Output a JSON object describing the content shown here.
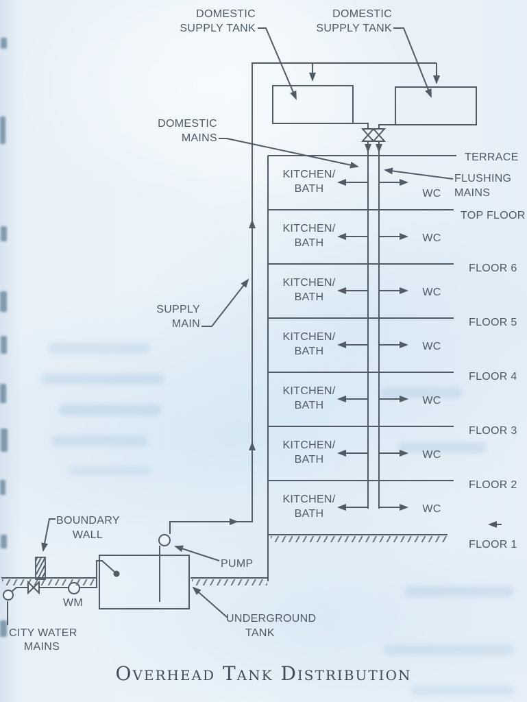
{
  "title": "Overhead Tank Distribution",
  "labels": {
    "tank1": [
      "DOMESTIC",
      "SUPPLY TANK"
    ],
    "tank2": [
      "DOMESTIC",
      "SUPPLY TANK"
    ],
    "domestic_mains": [
      "DOMESTIC",
      "MAINS"
    ],
    "flushing_mains": [
      "FLUSHING",
      "MAINS"
    ],
    "supply_main": [
      "SUPPLY",
      "MAIN"
    ],
    "kitchen_bath": [
      "KITCHEN/",
      "BATH"
    ],
    "wc": "WC",
    "pump": "PUMP",
    "underground_tank": [
      "UNDERGROUND",
      "TANK"
    ],
    "boundary_wall": [
      "BOUNDARY",
      "WALL"
    ],
    "wm": "WM",
    "city_water_mains": [
      "CITY WATER",
      "MAINS"
    ]
  },
  "floors": [
    "TERRACE",
    "TOP FLOOR",
    "FLOOR 6",
    "FLOOR 5",
    "FLOOR 4",
    "FLOOR 3",
    "FLOOR 2",
    "FLOOR 1"
  ],
  "colors": {
    "line": "#515b65",
    "text": "#4e5863",
    "title": "#414a56",
    "background": "#e8f1f8"
  }
}
